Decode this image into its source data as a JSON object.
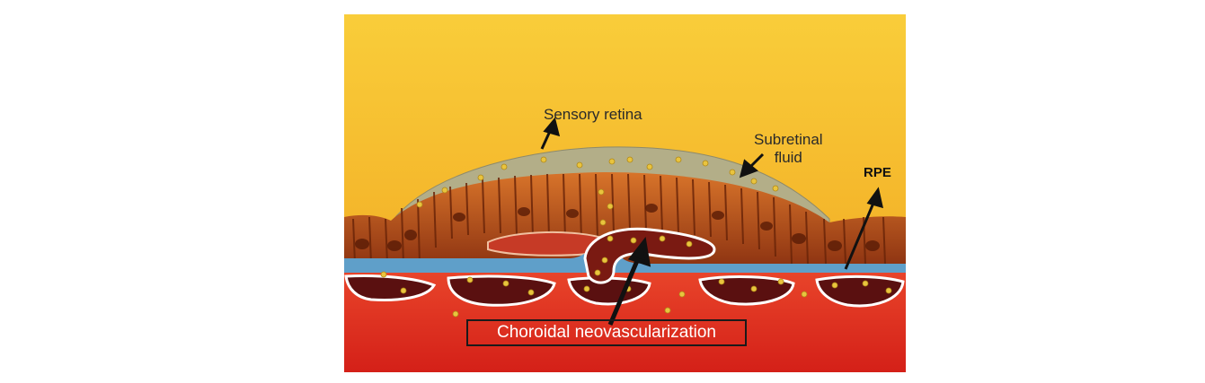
{
  "labels": {
    "sensory_retina": "Sensory retina",
    "subretinal_fluid_line1": "Subretinal",
    "subretinal_fluid_line2": "fluid",
    "rpe": "RPE",
    "cnv": "Choroidal neovascularization"
  },
  "colors": {
    "background_top": "#f6c233",
    "choroid": "#dd2a1c",
    "rpe_layer": "#5d9fc8",
    "fluid": "#a9a984",
    "cells": "#9e3c14",
    "vessel_outline": "#ffffff",
    "lipid_dots": "#e6c33c"
  }
}
